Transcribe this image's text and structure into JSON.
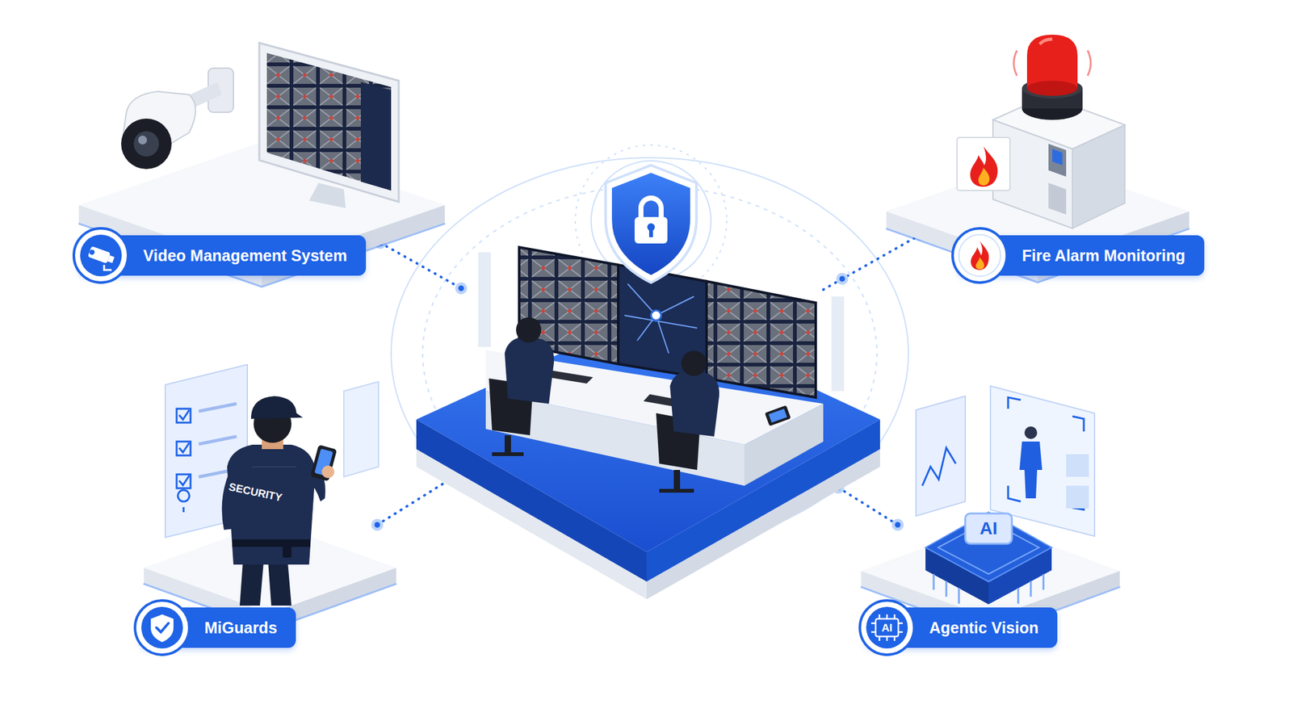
{
  "diagram": {
    "nodes": [
      {
        "text": [
          "Video Management System"
        ]
      },
      {
        "text": [
          "Fire Alarm Monitoring"
        ]
      },
      {
        "text": [
          "MiGuards"
        ]
      },
      {
        "text": [
          "Agentic Vision"
        ]
      }
    ],
    "labels": [
      "SECURITY",
      "AI",
      "AI"
    ]
  }
}
